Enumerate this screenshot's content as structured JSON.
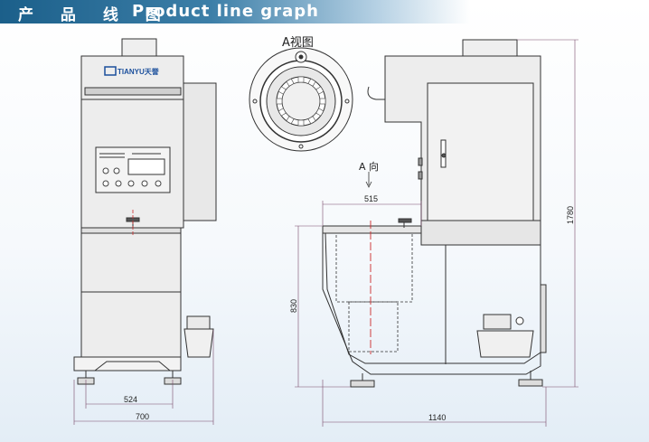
{
  "header": {
    "title_cn": "产 品 线 图",
    "title_en": "Product line graph"
  },
  "brand": {
    "logo_text": "TIANYU天誉"
  },
  "views": {
    "view_a_label": "A视图",
    "arrow_label": "A 向"
  },
  "dimensions": {
    "front_width_inner": "524",
    "front_width_outer": "700",
    "side_top_width": "515",
    "side_height_total": "1780",
    "side_height_lower": "830",
    "side_width_total": "1140"
  },
  "colors": {
    "line": "#333333",
    "dim_line": "#cc2b2b",
    "machine_fill": "#ececec",
    "header_blue": "#1b5f8a"
  }
}
